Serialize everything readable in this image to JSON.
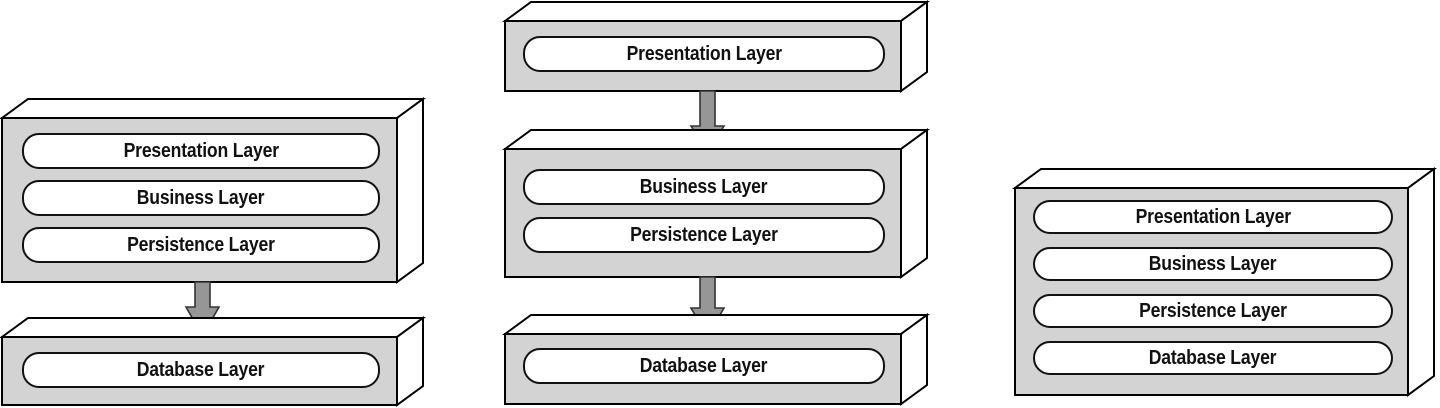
{
  "diagram": {
    "variants": [
      {
        "boxes": [
          {
            "layers": [
              "Presentation Layer",
              "Business Layer",
              "Persistence Layer"
            ]
          },
          {
            "layers": [
              "Database Layer"
            ]
          }
        ]
      },
      {
        "boxes": [
          {
            "layers": [
              "Presentation Layer"
            ]
          },
          {
            "layers": [
              "Business Layer",
              "Persistence Layer"
            ]
          },
          {
            "layers": [
              "Database Layer"
            ]
          }
        ]
      },
      {
        "boxes": [
          {
            "layers": [
              "Presentation Layer",
              "Business Layer",
              "Persistence Layer",
              "Database Layer"
            ]
          }
        ]
      }
    ],
    "colors": {
      "box_front": "#d3d3d3",
      "box_top_side": "#ffffff",
      "outline": "#000000",
      "pill_fill": "#ffffff",
      "pill_border": "#111111",
      "arrow_fill": "#969696",
      "arrow_outline": "#333333",
      "background": "#ffffff"
    }
  }
}
